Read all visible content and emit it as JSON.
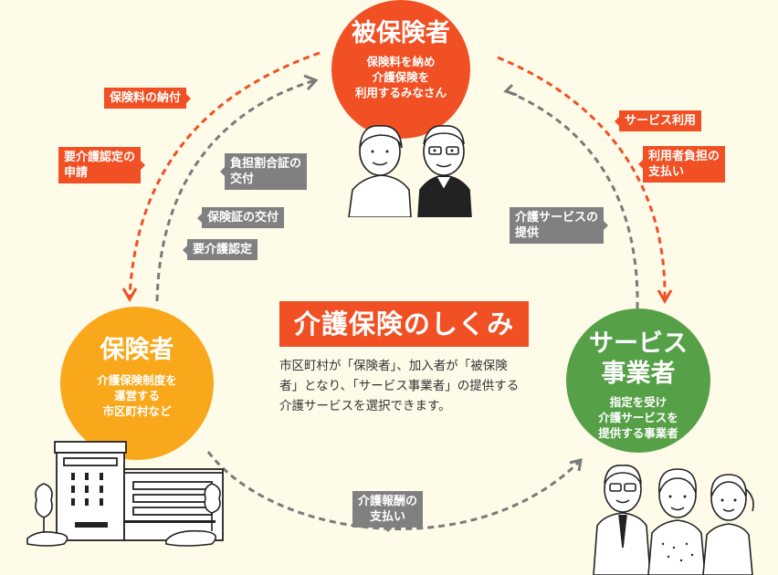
{
  "title": "介護保険のしくみ",
  "description": "市区町村が「保険者」、加入者が「被保険\n者」となり、「サービス事業者」の提供する\n介護サービスを選択できます。",
  "colors": {
    "background": "#fefbe9",
    "insured": "#f05023",
    "insurer": "#f8a81a",
    "provider": "#56a047",
    "orange_label": "#f05023",
    "gray_label": "#808080"
  },
  "nodes": {
    "insured": {
      "title": "被保険者",
      "subtitle": "保険料を納め\n介護保険を\n利用するみなさん",
      "illustration": "elderly-couple"
    },
    "insurer": {
      "title": "保険者",
      "subtitle": "介護保険制度を\n運営する\n市区町村など",
      "illustration": "city-hall-building"
    },
    "provider": {
      "title": "サービス\n事業者",
      "subtitle": "指定を受け\n介護サービスを\n提供する事業者",
      "illustration": "care-staff"
    }
  },
  "flows": {
    "insured_to_insurer": [
      "保険料の納付",
      "要介護認定の\n申請"
    ],
    "insurer_to_insured": [
      "負担割合証の\n交付",
      "保険証の交付",
      "要介護認定"
    ],
    "insured_to_provider": [
      "サービス利用",
      "利用者負担の\n支払い"
    ],
    "provider_to_insured": [
      "介護サービスの\n提供"
    ],
    "insurer_to_provider": [
      "介護報酬の\n支払い"
    ]
  }
}
